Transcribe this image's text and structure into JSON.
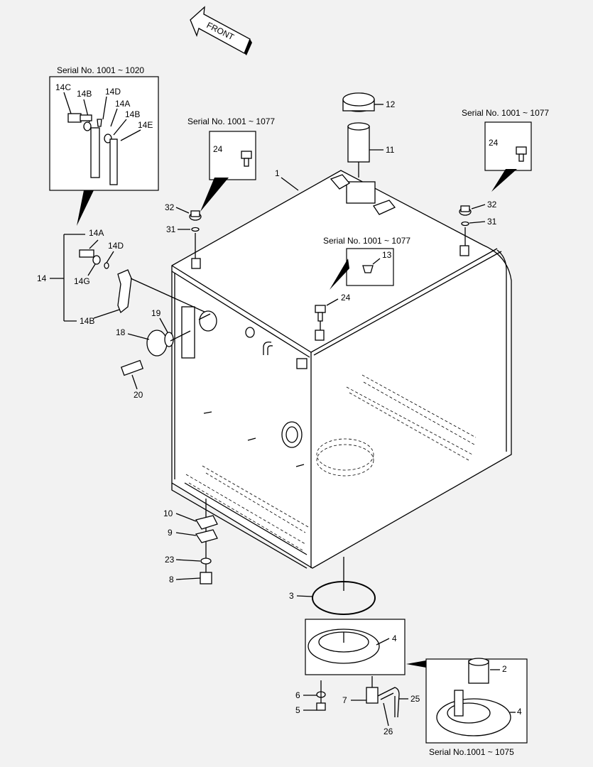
{
  "front_label": "FRONT",
  "serials": {
    "s1020": "Serial No. 1001 ~ 1020",
    "s1077_left": "Serial No. 1001 ~ 1077",
    "s1077_right": "Serial No. 1001 ~ 1077",
    "s1077_mid": "Serial No. 1001 ~ 1077",
    "s1075": "Serial No.1001 ~ 1075"
  },
  "callouts": {
    "c1": "1",
    "c2": "2",
    "c3": "3",
    "c4a": "4",
    "c4b": "4",
    "c5": "5",
    "c6": "6",
    "c7": "7",
    "c8": "8",
    "c9": "9",
    "c10": "10",
    "c11": "11",
    "c12": "12",
    "c13": "13",
    "c14": "14",
    "c14a": "14A",
    "c14b": "14B",
    "c14d": "14D",
    "c14g": "14G",
    "c14c_box": "14C",
    "c14b_box1": "14B",
    "c14d_box": "14D",
    "c14a_box": "14A",
    "c14b_box2": "14B",
    "c14e_box": "14E",
    "c18": "18",
    "c19": "19",
    "c20": "20",
    "c23": "23",
    "c24_left": "24",
    "c24_right": "24",
    "c24_mid": "24",
    "c25": "25",
    "c26": "26",
    "c31_left": "31",
    "c31_right": "31",
    "c32_left": "32",
    "c32_right": "32"
  }
}
